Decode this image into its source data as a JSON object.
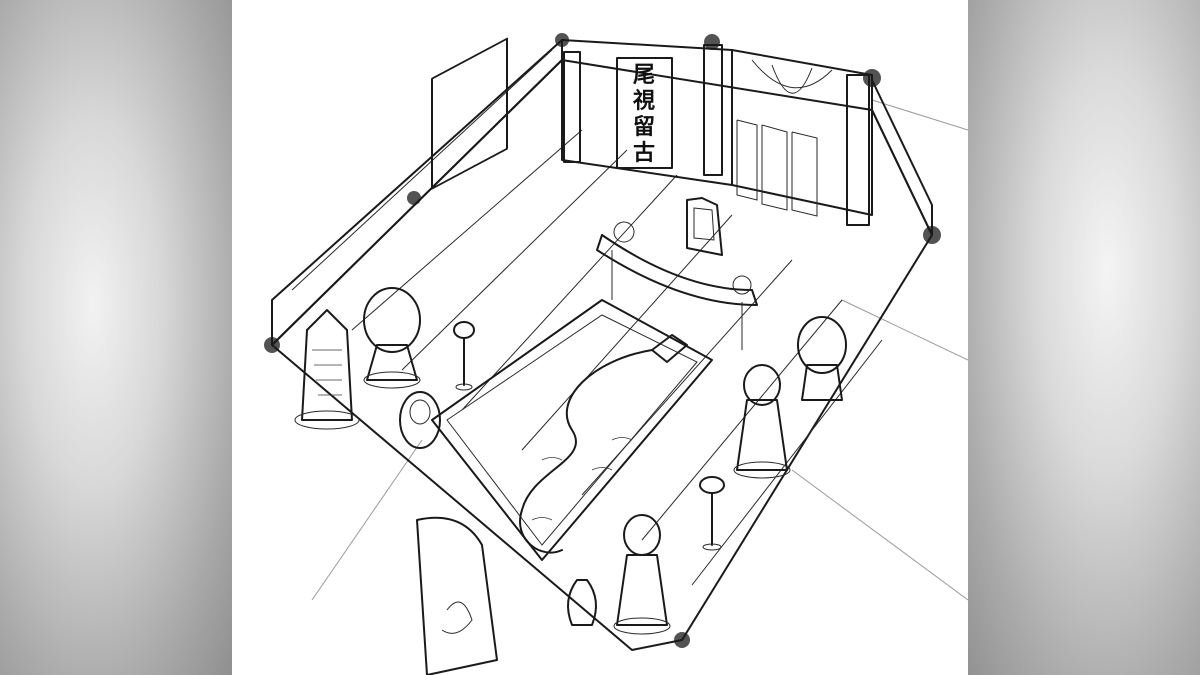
{
  "scene": {
    "banner_glyphs": [
      "尾",
      "視",
      "留",
      "古"
    ]
  },
  "colors": {
    "paper": "#ffffff",
    "ink": "#1a1a1a",
    "side_blur": "#bdbdbd"
  },
  "icons": {
    "room": "isometric-room-sketch",
    "dragon": "dragon-rug-drawing",
    "statue": "guardian-statue-drawing"
  }
}
